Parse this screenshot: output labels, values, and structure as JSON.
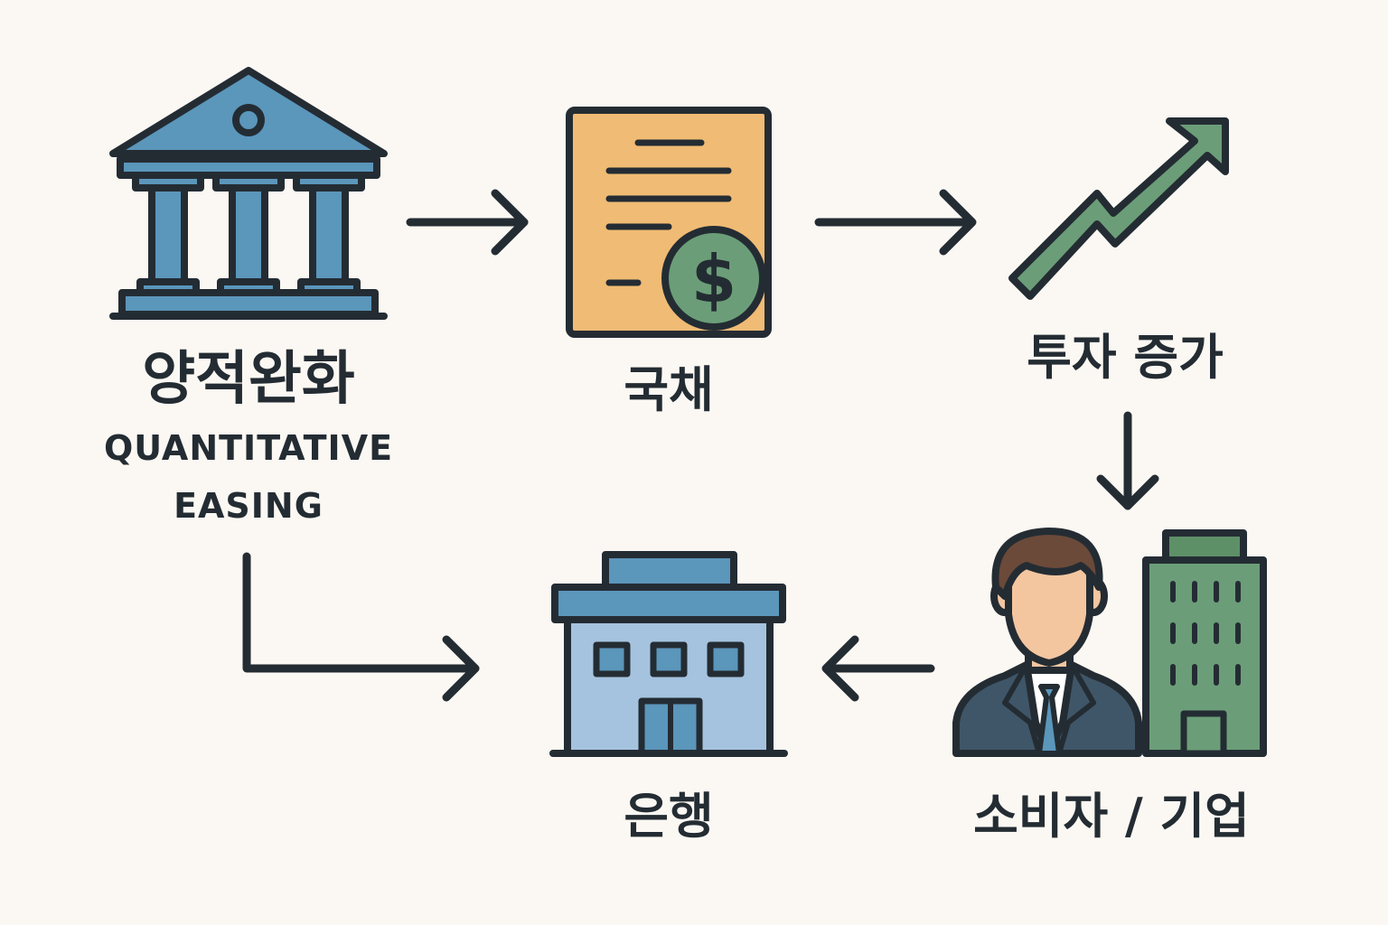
{
  "nodes": {
    "qe": {
      "title_ko": "양적완화",
      "subtitle_en": "QUANTITATIVE\nEASING"
    },
    "bonds": {
      "title_ko": "국채"
    },
    "investment": {
      "title_ko": "투자 증가"
    },
    "bank": {
      "title_ko": "은행"
    },
    "consumers_firms": {
      "title_ko": "소비자 / 기업"
    }
  },
  "icons": {
    "qe": "central-bank-icon",
    "bonds": "bond-document-icon",
    "investment": "trend-up-icon",
    "bank": "bank-building-icon",
    "consumers_firms": "businessman-icon"
  },
  "colors": {
    "background": "#fbf8f3",
    "outline": "#242c33",
    "blue": "#5b96bb",
    "light_blue": "#a5c3df",
    "orange": "#f0bb74",
    "green": "#6b9e78",
    "dark_green": "#5e9068",
    "skin": "#f3c6a0",
    "hair": "#6b4a3a",
    "suit": "#3f5668"
  }
}
